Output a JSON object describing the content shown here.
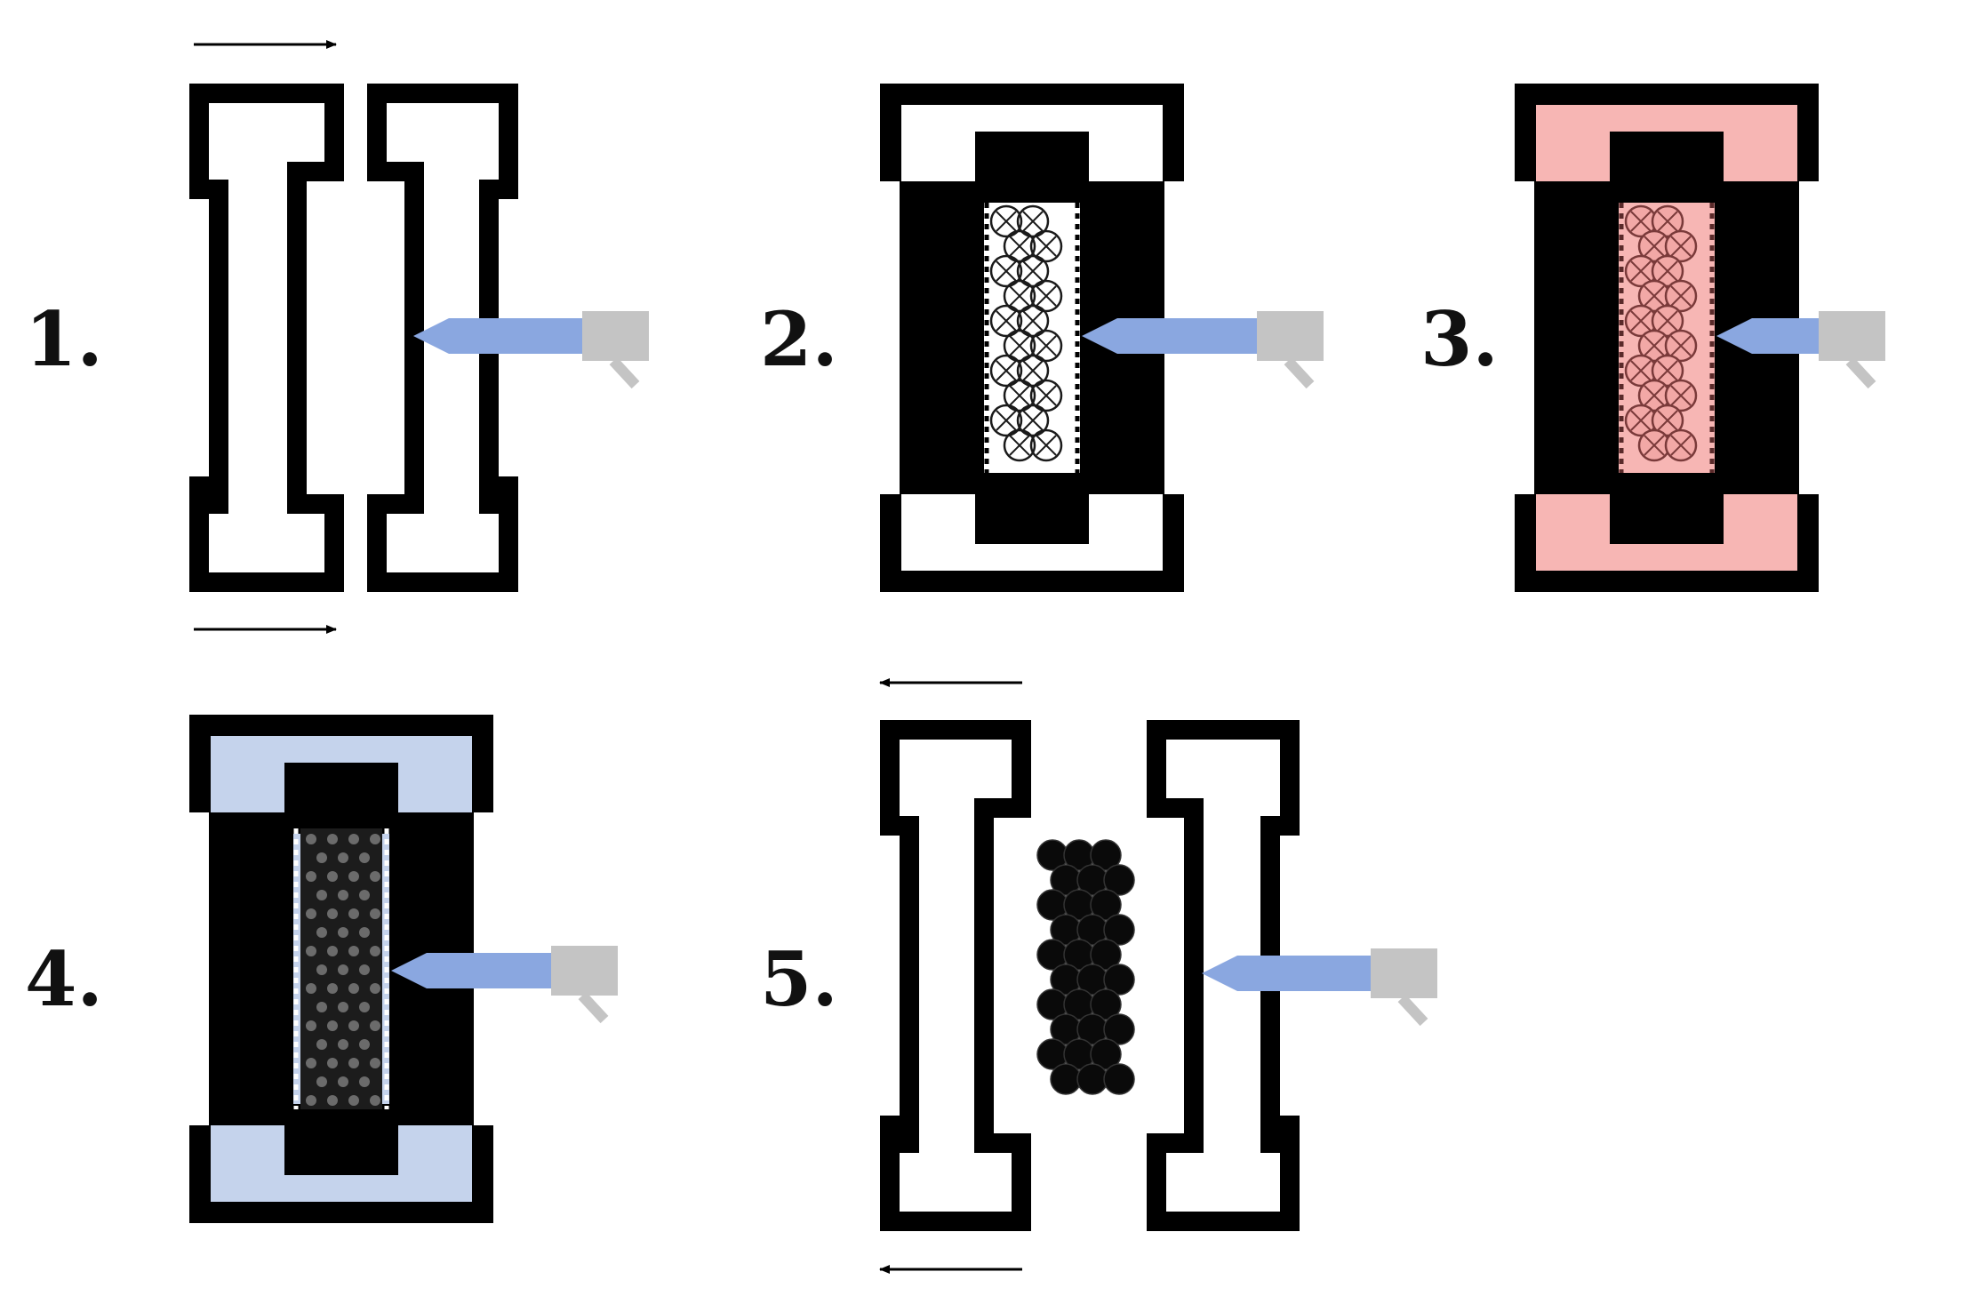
{
  "steps": [
    {
      "label": "1.",
      "state": "open",
      "cavity_fill": null,
      "content": "empty"
    },
    {
      "label": "2.",
      "state": "closed",
      "cavity_fill": null,
      "content": "particles-outlined"
    },
    {
      "label": "3.",
      "state": "closed",
      "cavity_fill": "#f7b6b4",
      "content": "particles-outlined"
    },
    {
      "label": "4.",
      "state": "closed",
      "cavity_fill": "#c5d3ec",
      "content": "particles-dark-dotted"
    },
    {
      "label": "5.",
      "state": "open",
      "cavity_fill": null,
      "content": "particles-solid"
    }
  ],
  "arrows": [
    {
      "panel": 1,
      "direction": "right"
    },
    {
      "panel": 5,
      "direction": "left"
    }
  ],
  "colors": {
    "frame": "#000000",
    "inlet_tube": "#8aa7e0",
    "inlet_connector": "#c4c4c4",
    "pink_fill": "#f7b6b4",
    "blue_fill": "#c5d3ec",
    "particle_outline": "#1a1a1a",
    "particle_solid": "#0a0a0a"
  },
  "icons": [
    "inlet-nozzle-icon",
    "arrow-right-icon",
    "arrow-left-icon"
  ]
}
